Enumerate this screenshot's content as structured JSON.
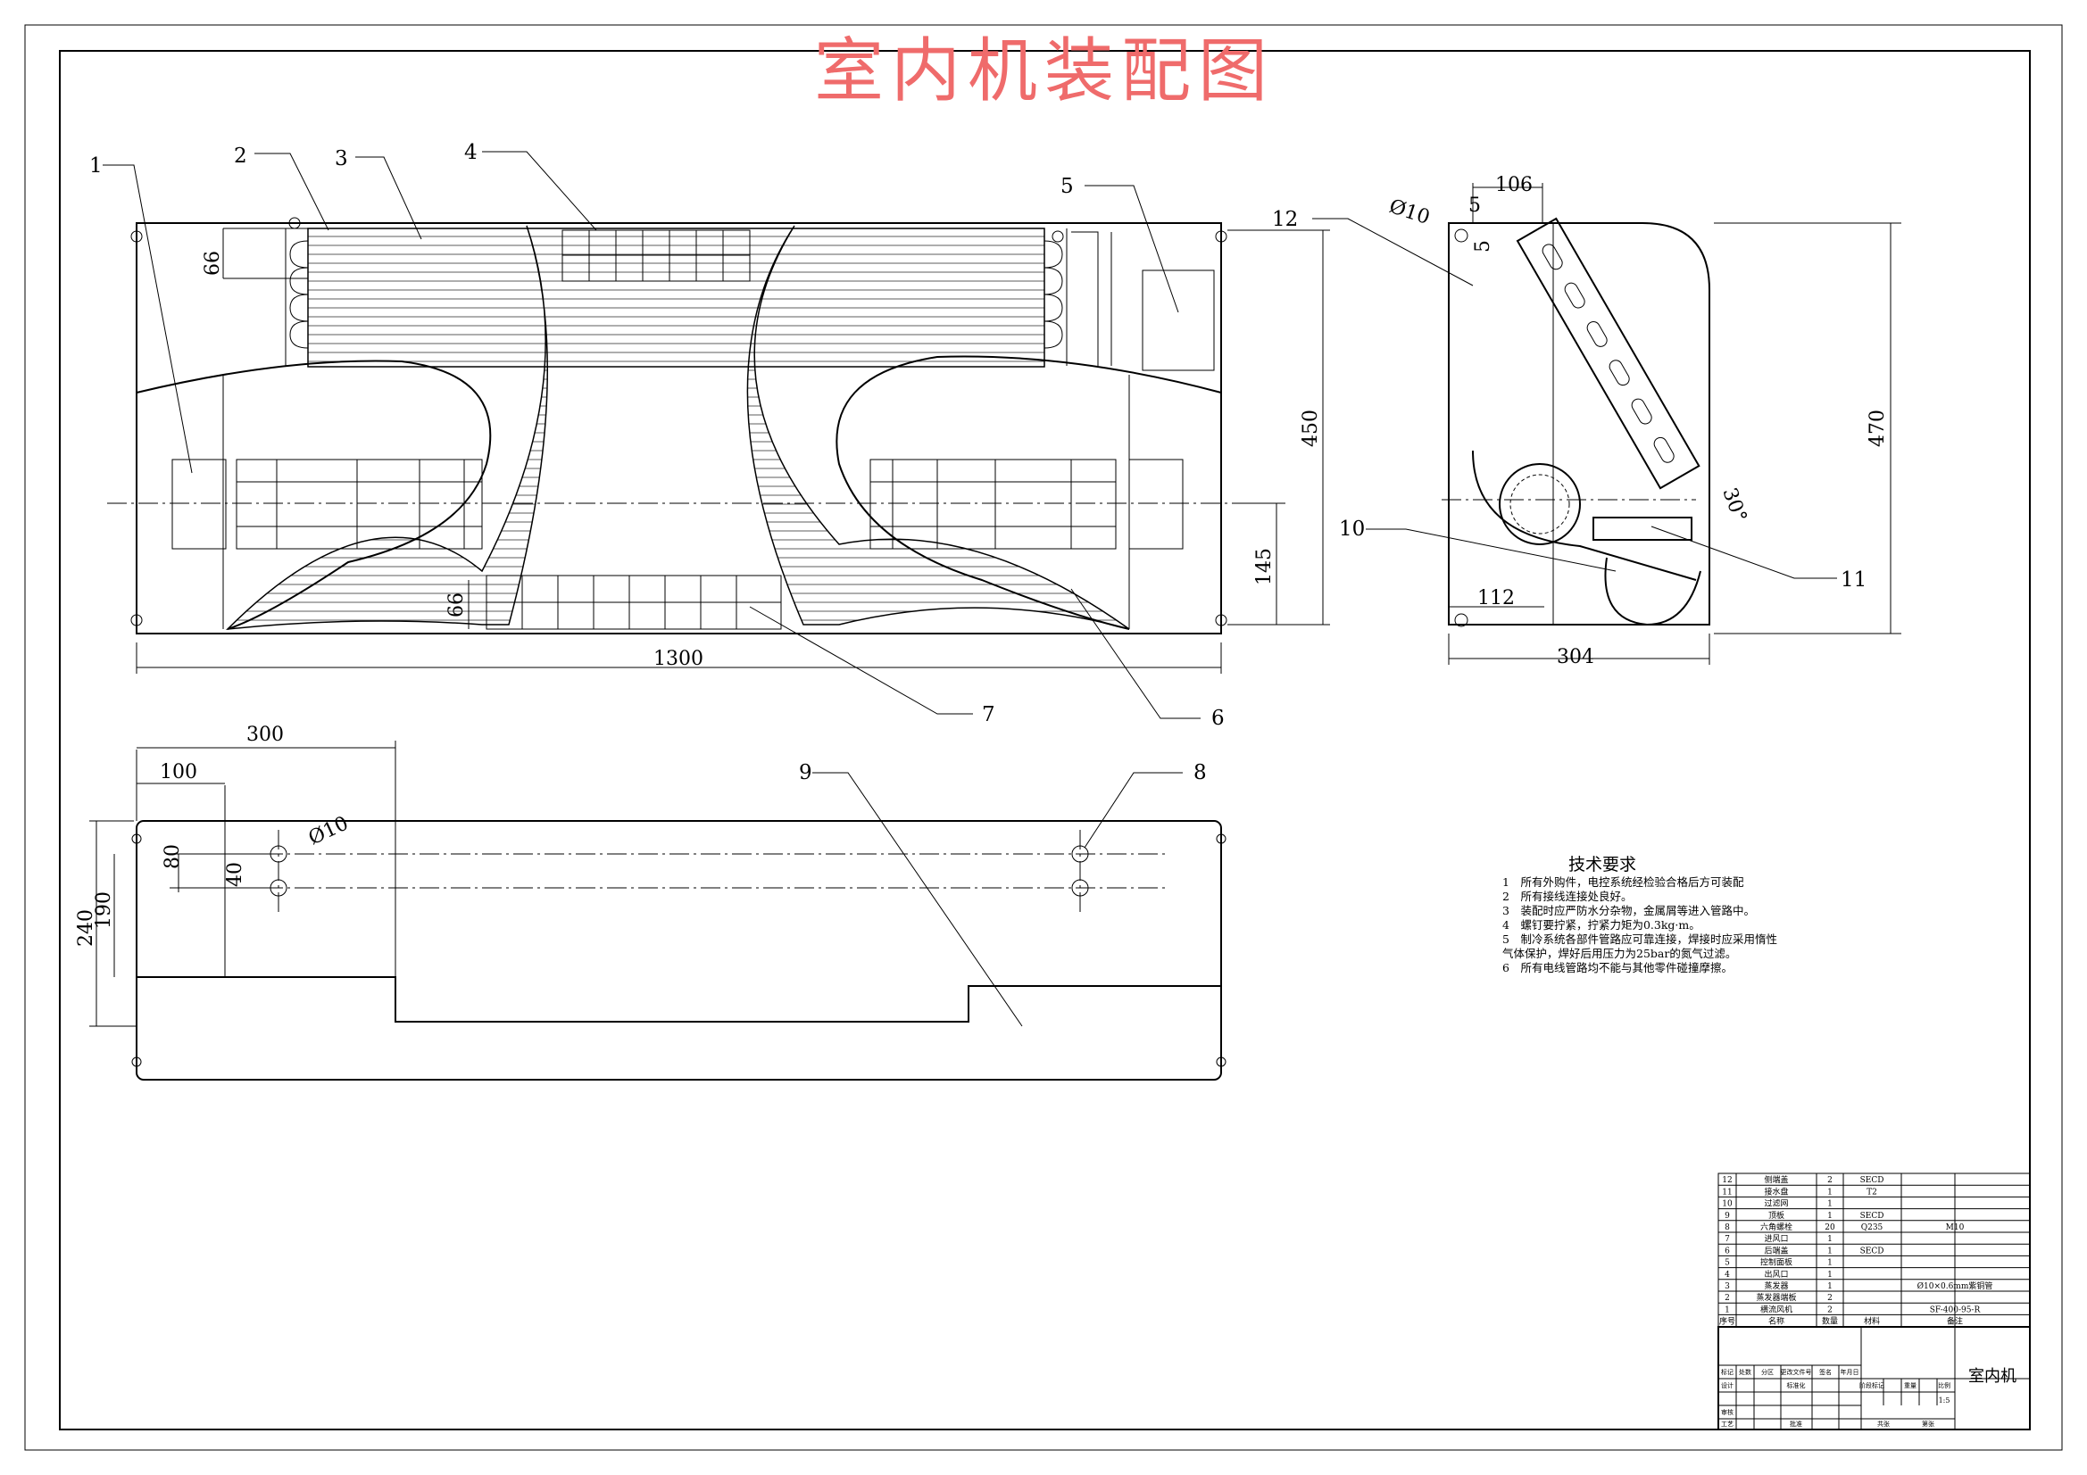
{
  "title": "室内机装配图",
  "front_view": {
    "callouts": [
      "1",
      "2",
      "3",
      "4",
      "5",
      "6",
      "7"
    ],
    "dims": {
      "width": "1300",
      "height": "450",
      "lower": "145",
      "fin_top": "66",
      "fin_bottom": "66"
    }
  },
  "side_view": {
    "callouts": [
      "12",
      "10",
      "11"
    ],
    "dims": {
      "top": "106",
      "hole": "Ø10",
      "offset": "5",
      "offset_v": "5",
      "height": "470",
      "angle": "30°",
      "base": "112",
      "width": "304"
    }
  },
  "bottom_view": {
    "callouts": [
      "9",
      "8"
    ],
    "dims": {
      "d300": "300",
      "d100": "100",
      "d80": "80",
      "d40": "40",
      "d240": "240",
      "d190": "190",
      "hole": "Ø10"
    }
  },
  "tech": {
    "heading": "技术要求",
    "lines": [
      "1　所有外购件，电控系统经检验合格后方可装配",
      "2　所有接线连接处良好。",
      "3　装配时应严防水分杂物，金属屑等进入管路中。",
      "4　螺钉要拧紧，拧紧力矩为0.3kg·m。",
      "5　制冷系统各部件管路应可靠连接，焊接时应采用惰性",
      "气体保护，焊好后用压力为25bar的氮气过滤。",
      "6　所有电线管路均不能与其他零件碰撞摩擦。"
    ]
  },
  "bom": {
    "rows": [
      {
        "no": "12",
        "name": "侧端盖",
        "qty": "2",
        "mat": "SECD",
        "note": ""
      },
      {
        "no": "11",
        "name": "接水盘",
        "qty": "1",
        "mat": "T2",
        "note": ""
      },
      {
        "no": "10",
        "name": "过滤网",
        "qty": "1",
        "mat": "",
        "note": ""
      },
      {
        "no": "9",
        "name": "顶板",
        "qty": "1",
        "mat": "SECD",
        "note": ""
      },
      {
        "no": "8",
        "name": "六角螺栓",
        "qty": "20",
        "mat": "Q235",
        "note": "M10"
      },
      {
        "no": "7",
        "name": "进风口",
        "qty": "1",
        "mat": "",
        "note": ""
      },
      {
        "no": "6",
        "name": "后端盖",
        "qty": "1",
        "mat": "SECD",
        "note": ""
      },
      {
        "no": "5",
        "name": "控制面板",
        "qty": "1",
        "mat": "",
        "note": ""
      },
      {
        "no": "4",
        "name": "出风口",
        "qty": "1",
        "mat": "",
        "note": ""
      },
      {
        "no": "3",
        "name": "蒸发器",
        "qty": "1",
        "mat": "",
        "note": "Ø10×0.6mm紫铜管"
      },
      {
        "no": "2",
        "name": "蒸发器端板",
        "qty": "2",
        "mat": "",
        "note": ""
      },
      {
        "no": "1",
        "name": "横流风机",
        "qty": "2",
        "mat": "",
        "note": "SF-400-95-R"
      }
    ],
    "header": {
      "no": "序号",
      "name": "名称",
      "qty": "数量",
      "mat": "材料",
      "note": "备注"
    }
  },
  "title_block": {
    "name": "室内机",
    "scale": "1:5",
    "labels": [
      "标记",
      "处数",
      "分区",
      "更改文件号",
      "签名",
      "年月日",
      "设计",
      "标准化",
      "阶段标记",
      "重量",
      "比例",
      "审核",
      "工艺",
      "批准",
      "共张",
      "第张"
    ]
  }
}
